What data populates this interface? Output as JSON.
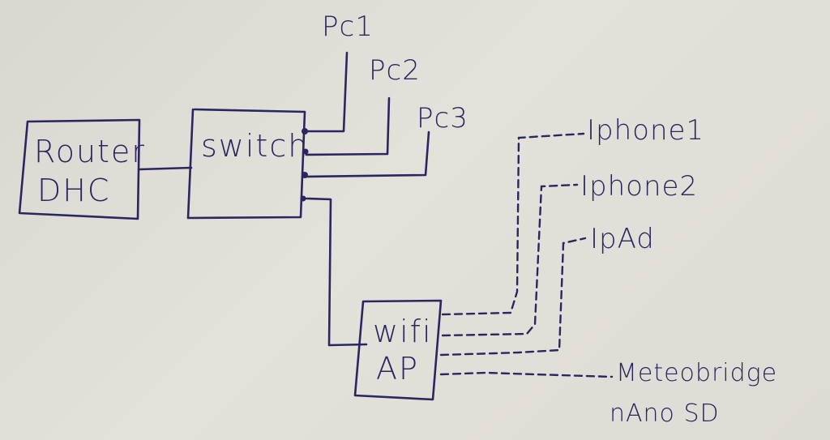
{
  "diagram": {
    "title": "",
    "ink_color": "#2c2560",
    "paper_color": "#dcdbd3",
    "nodes": {
      "router": {
        "line1": "Router",
        "line2": "DHC"
      },
      "switch": {
        "label": "switch"
      },
      "wifi_ap": {
        "line1": "wifi",
        "line2": "AP"
      },
      "pc1": {
        "label": "Pc1"
      },
      "pc2": {
        "label": "Pc2"
      },
      "pc3": {
        "label": "Pc3"
      },
      "iphone1": {
        "label": "Iphone1"
      },
      "iphone2": {
        "label": "Iphone2"
      },
      "ipad": {
        "label": "IpAd"
      },
      "meteobridge": {
        "line1": "Meteobridge",
        "line2": "nAno SD"
      }
    },
    "edges": [
      {
        "from": "router",
        "to": "switch",
        "type": "wired"
      },
      {
        "from": "switch",
        "to": "pc1",
        "type": "wired"
      },
      {
        "from": "switch",
        "to": "pc2",
        "type": "wired"
      },
      {
        "from": "switch",
        "to": "pc3",
        "type": "wired"
      },
      {
        "from": "switch",
        "to": "wifi_ap",
        "type": "wired"
      },
      {
        "from": "wifi_ap",
        "to": "iphone1",
        "type": "wireless"
      },
      {
        "from": "wifi_ap",
        "to": "iphone2",
        "type": "wireless"
      },
      {
        "from": "wifi_ap",
        "to": "ipad",
        "type": "wireless"
      },
      {
        "from": "wifi_ap",
        "to": "meteobridge",
        "type": "wireless"
      }
    ]
  }
}
